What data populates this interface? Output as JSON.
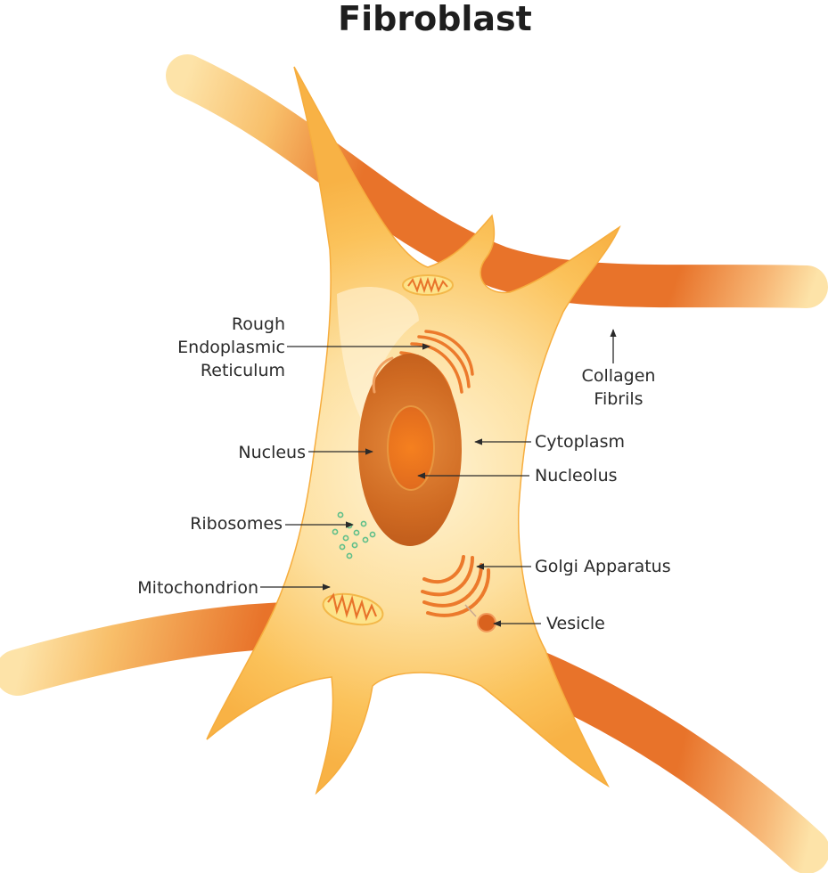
{
  "title": "Fibroblast",
  "labels": {
    "rough_er_line1": "Rough",
    "rough_er_line2": "Endoplasmic",
    "rough_er_line3": "Reticulum",
    "collagen_line1": "Collagen",
    "collagen_line2": "Fibrils",
    "nucleus": "Nucleus",
    "cytoplasm": "Cytoplasm",
    "nucleolus": "Nucleolus",
    "ribosomes": "Ribosomes",
    "golgi": "Golgi Apparatus",
    "mitochondrion": "Mitochondrion",
    "vesicle": "Vesicle"
  },
  "colors": {
    "fibril": "#e8732a",
    "fibril_end": "#fde3a8",
    "cell": "#fbc25a",
    "cell_light": "#fff4d6",
    "nucleus": "#cf6a22",
    "nucleolus": "#f07a1e",
    "organelle": "#ec7a2c",
    "ribosome": "#5fbf8a"
  }
}
